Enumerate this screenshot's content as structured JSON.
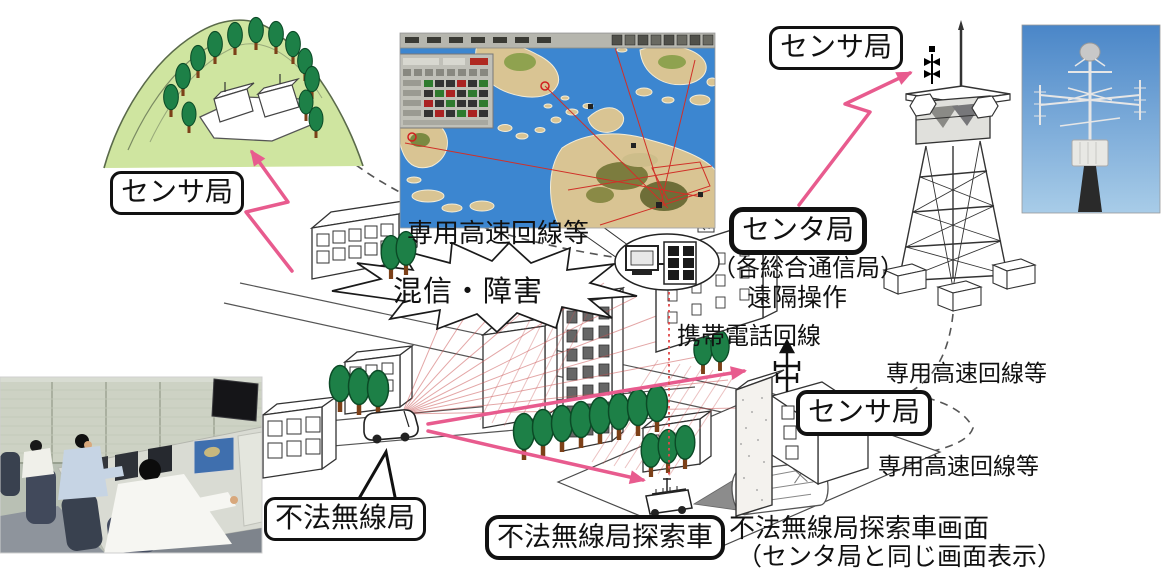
{
  "labels": {
    "sensor_station_top_left": "センサ局",
    "sensor_station_top_right": "センサ局",
    "sensor_station_bottom_right": "センサ局",
    "center_station": "センタ局",
    "center_station_note_1": "（各総合通信局）",
    "center_station_note_2": "遠隔操作",
    "dedicated_line_top": "専用高速回線等",
    "dedicated_line_right_upper": "専用高速回線等",
    "dedicated_line_right_lower": "専用高速回線等",
    "interference": "混信・障害",
    "mobile_phone_line": "携帯電話回線",
    "illegal_station": "不法無線局",
    "search_vehicle": "不法無線局探索車",
    "search_vehicle_screen_note_1": "不法無線局探索車画面",
    "search_vehicle_screen_note_2": "（センタ局と同じ画面表示）"
  },
  "colors": {
    "arrow_pink": "#e85b8e",
    "tree_green": "#1d8047",
    "trunk_brown": "#7c4018",
    "hill_green": "#cfe5a0",
    "map_sea": "#3c86d0",
    "map_land": "#d9c493",
    "red_line": "#d03028",
    "hatch_red": "#c85050",
    "dash_gray": "#555555",
    "dotted_red": "#e04848",
    "label_border": "#111111",
    "label_bg": "#ffffff"
  }
}
